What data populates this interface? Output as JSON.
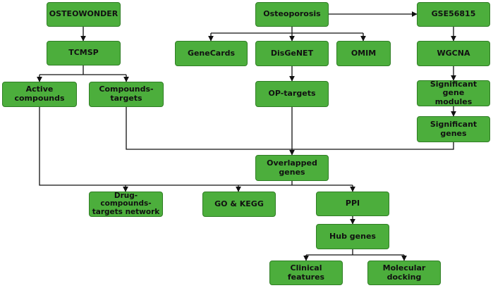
{
  "colors": {
    "node_fill": "#4cae3c",
    "node_border": "#2f7d24",
    "line": "#111111",
    "text": "#111111"
  },
  "nodes": {
    "osteowonder": "OSTEOWONDER",
    "tcmsp": "TCMSP",
    "active_compounds": "Active\ncompounds",
    "compounds_targets": "Compounds-\ntargets",
    "osteoporosis": "Osteoporosis",
    "genecards": "GeneCards",
    "disgenet": "DisGeNET",
    "omim": "OMIM",
    "op_targets": "OP-targets",
    "gse56815": "GSE56815",
    "wgcna": "WGCNA",
    "significant_gene_modules": "Significant gene\nmodules",
    "significant_genes": "Significant\ngenes",
    "overlapped_genes": "Overlapped\ngenes",
    "drug_network": "Drug-\ncompounds-\ntargets network",
    "go_kegg": "GO & KEGG",
    "ppi": "PPI",
    "hub_genes": "Hub genes",
    "clinical_features": "Clinical features",
    "molecular_docking": "Molecular\ndocking"
  }
}
